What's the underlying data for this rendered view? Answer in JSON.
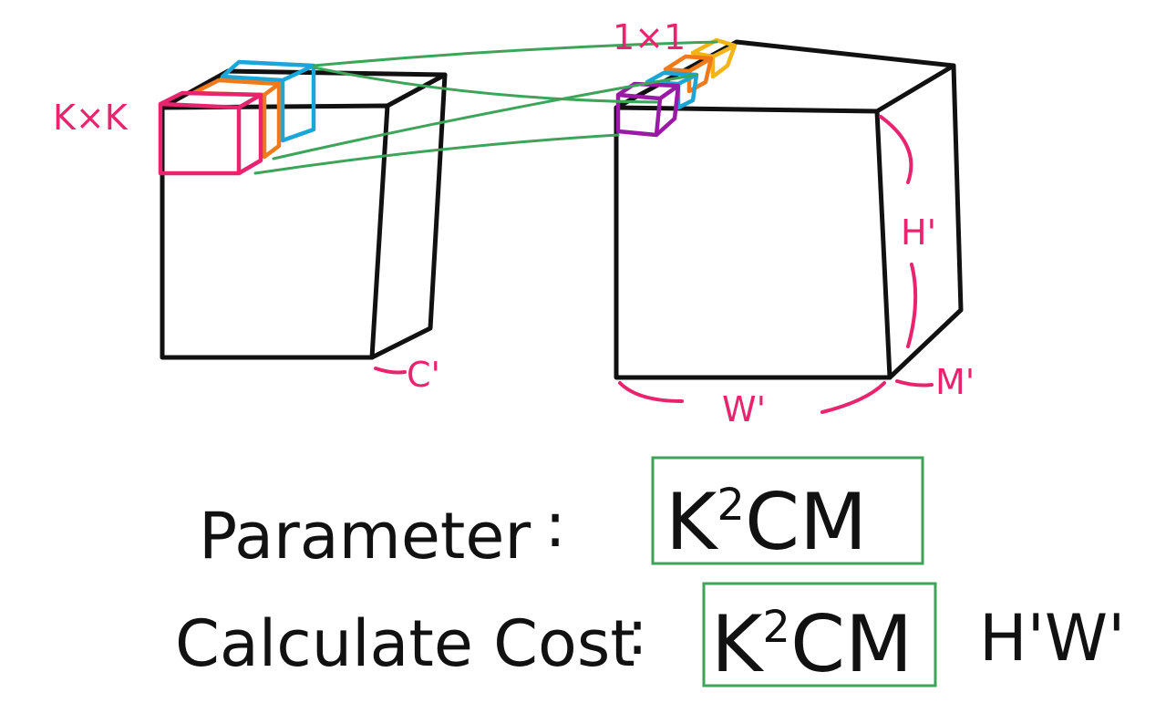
{
  "input_tensor": {
    "kernel_label": "K×K",
    "channel_label": "C'"
  },
  "output_tensor": {
    "kernel_label": "1×1",
    "height_label": "H'",
    "width_label": "W'",
    "channel_label": "M'"
  },
  "formulas": {
    "parameter": {
      "label": "Parameter",
      "separator": "∶",
      "base": "K",
      "exponent": "2",
      "rest": "CM"
    },
    "calculate_cost": {
      "label": "Calculate Cost",
      "separator": "∶",
      "base": "K",
      "exponent": "2",
      "rest": "CM",
      "extra": "H'W'"
    }
  },
  "colors": {
    "outline": "#111111",
    "dimension_label": "#e8246e",
    "kernel_pink": "#e8246e",
    "kernel_orange": "#f07a1a",
    "kernel_blue": "#1aa6d8",
    "kernel_purple": "#9a1aa6",
    "kernel_yellow": "#f2b416",
    "connector_green": "#3da45a",
    "box_green": "#3da45a"
  }
}
